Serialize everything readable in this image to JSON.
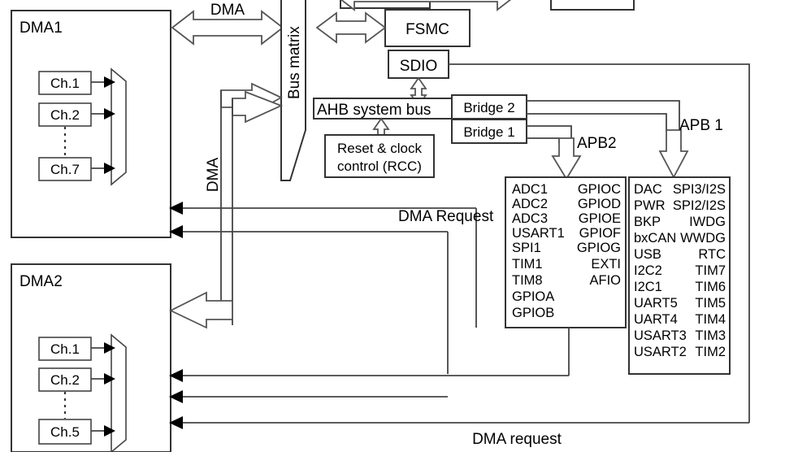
{
  "diagram": {
    "title": "STM32 DMA and bus architecture block diagram",
    "labels": {
      "dma1": "DMA1",
      "dma2": "DMA2",
      "dma_top": "DMA",
      "dma_vertical": "DMA",
      "bus_matrix": "Bus matrix",
      "fsmc": "FSMC",
      "sdio": "SDIO",
      "ahb_bus": "AHB system bus",
      "rcc_line1": "Reset & clock",
      "rcc_line2": "control (RCC)",
      "bridge2": "Bridge  2",
      "bridge1": "Bridge  1",
      "apb2": "APB2",
      "apb1": "APB 1",
      "dma_request_upper": "DMA Request",
      "dma_request_lower": "DMA request"
    },
    "dma1_channels": [
      "Ch.1",
      "Ch.2",
      "Ch.7"
    ],
    "dma2_channels": [
      "Ch.1",
      "Ch.2",
      "Ch.5"
    ],
    "apb2_peripherals_left": [
      "ADC1",
      "ADC2",
      "ADC3",
      "USART1",
      "SPI1",
      "TIM1",
      "TIM8",
      "GPIOA",
      "GPIOB"
    ],
    "apb2_peripherals_right": [
      "GPIOC",
      "GPIOD",
      "GPIOE",
      "GPIOF",
      "GPIOG",
      "EXTI",
      "AFIO"
    ],
    "apb1_peripherals_left": [
      "DAC",
      "PWR",
      "BKP",
      "bxCAN",
      "USB",
      "I2C2",
      "I2C1",
      "UART5",
      "UART4",
      "USART3",
      "USART2"
    ],
    "apb1_peripherals_right": [
      "SPI3/I2S",
      "SPI2/I2S",
      "IWDG",
      "WWDG",
      "RTC",
      "TIM7",
      "TIM6",
      "TIM5",
      "TIM4",
      "TIM3",
      "TIM2"
    ],
    "colors": {
      "background": "#ffffff",
      "stroke": "#333333",
      "wire": "#444444",
      "text": "#000000"
    }
  }
}
